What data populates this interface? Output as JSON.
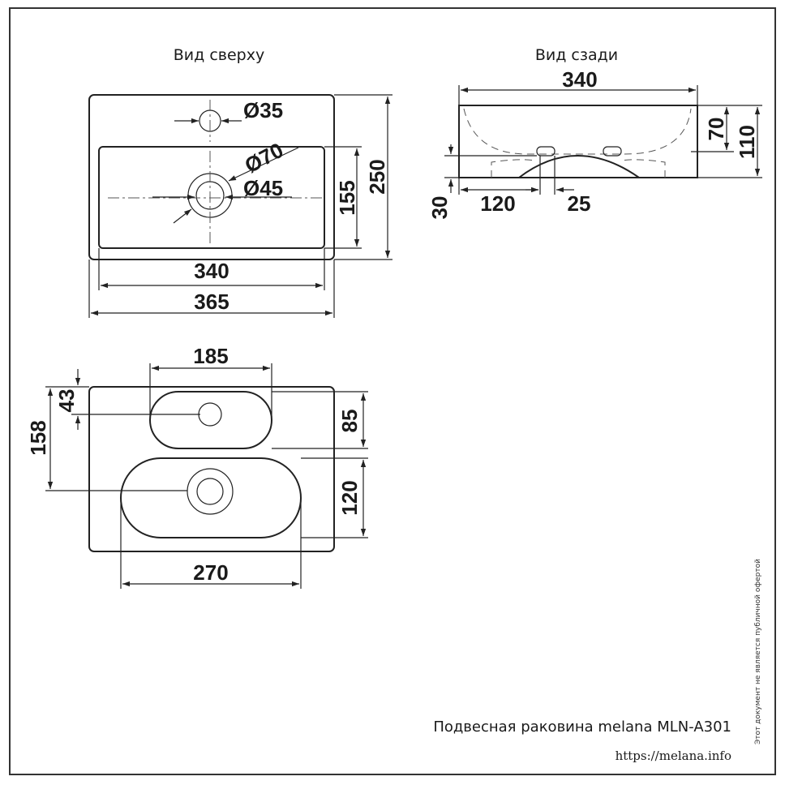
{
  "views": {
    "top_title": "Вид сверху",
    "back_title": "Вид сзади"
  },
  "dimensions": {
    "hole_diameter": "Ø35",
    "drain_outer_diameter": "Ø70",
    "drain_inner_diameter": "Ø45",
    "bowl_depth_top": "155",
    "total_depth": "250",
    "bowl_width": "340",
    "total_width": "365",
    "back_width": "340",
    "back_height_inner": "70",
    "back_height_total": "110",
    "back_mount_height": "30",
    "back_mount_offset": "120",
    "back_mount_spacing": "25",
    "plan_hole_offset": "185",
    "plan_hole_depth": "43",
    "plan_drain_depth": "158",
    "plan_upper_height": "85",
    "plan_lower_height": "120",
    "plan_bowl_width": "270"
  },
  "caption": {
    "product": "Подвесная раковина melana MLN-A301",
    "url": "https://melana.info",
    "disclaimer": "Этот документ не является публичной офертой"
  },
  "colors": {
    "ink": "#222222",
    "frame": "#333333",
    "background": "#ffffff"
  }
}
